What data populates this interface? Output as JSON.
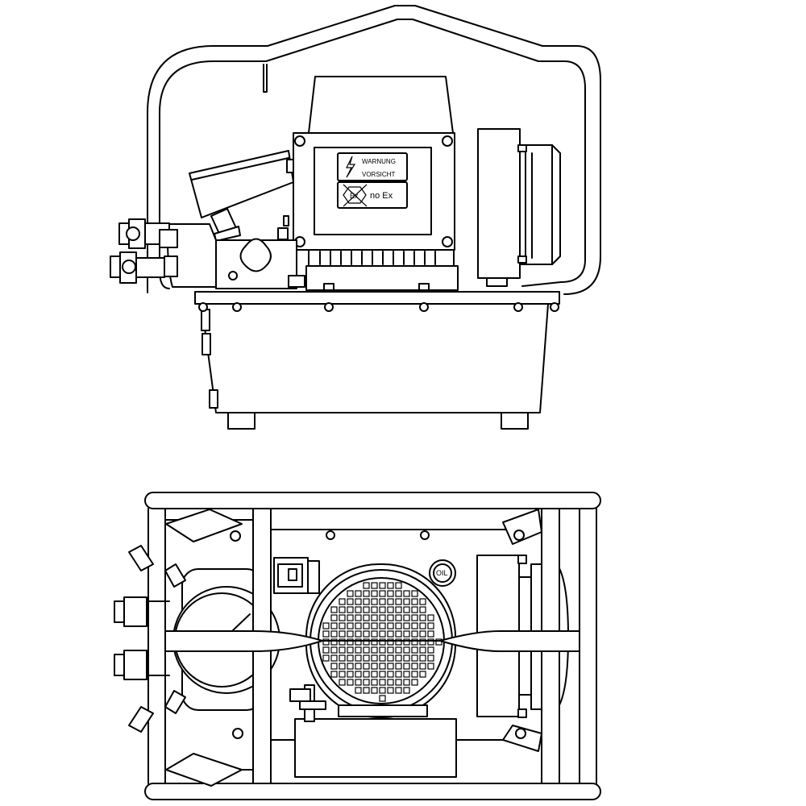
{
  "warning_label": {
    "line1": "WARNUNG",
    "line2": "VORSICHT",
    "ex_symbol": "Ex",
    "no_ex": "no  Ex"
  },
  "oil_cap": {
    "text": "OIL"
  },
  "icons": {
    "lightning": "lightning-bolt-icon",
    "ex_crossed": "ex-crossed-icon"
  },
  "colors": {
    "line": "#000000",
    "background": "#ffffff"
  }
}
